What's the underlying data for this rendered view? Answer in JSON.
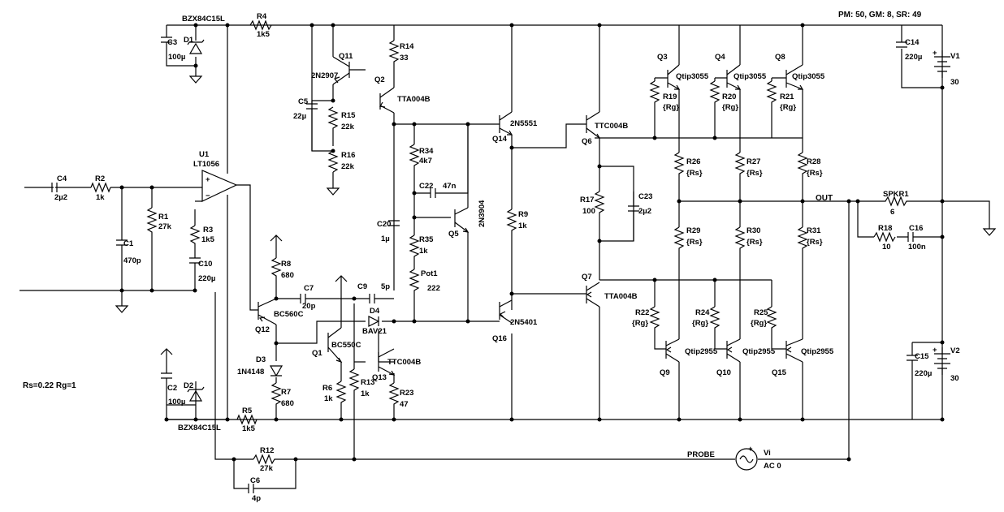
{
  "header": {
    "sim_params": "PM: 50, GM: 8, SR: 49"
  },
  "params_note": "Rs=0.22 Rg=1",
  "components": {
    "D1": {
      "name": "D1",
      "value": "BZX84C15L"
    },
    "D2": {
      "name": "D2",
      "value": "BZX84C15L"
    },
    "D3": {
      "name": "D3",
      "value": "1N4148"
    },
    "D4": {
      "name": "D4",
      "value": "BAV21"
    },
    "C1": {
      "name": "C1",
      "value": "470p"
    },
    "C2": {
      "name": "C2",
      "value": "100µ"
    },
    "C3": {
      "name": "C3",
      "value": "100µ"
    },
    "C4": {
      "name": "C4",
      "value": "2µ2"
    },
    "C5": {
      "name": "C5",
      "value": "22µ"
    },
    "C6": {
      "name": "C6",
      "value": "4p"
    },
    "C7": {
      "name": "C7",
      "value": "20p"
    },
    "C9": {
      "name": "C9",
      "value": "5p"
    },
    "C10": {
      "name": "C10",
      "value": "220µ"
    },
    "C14": {
      "name": "C14",
      "value": "220µ"
    },
    "C15": {
      "name": "C15",
      "value": "220µ"
    },
    "C16": {
      "name": "C16",
      "value": "100n"
    },
    "C20": {
      "name": "C20",
      "value": "1µ"
    },
    "C22": {
      "name": "C22",
      "value": "47n"
    },
    "C23": {
      "name": "C23",
      "value": "2µ2"
    },
    "R1": {
      "name": "R1",
      "value": "27k"
    },
    "R2": {
      "name": "R2",
      "value": "1k"
    },
    "R3": {
      "name": "R3",
      "value": "1k5"
    },
    "R4": {
      "name": "R4",
      "value": "1k5"
    },
    "R5": {
      "name": "R5",
      "value": "1k5"
    },
    "R6": {
      "name": "R6",
      "value": "1k"
    },
    "R7": {
      "name": "R7",
      "value": "680"
    },
    "R8": {
      "name": "R8",
      "value": "680"
    },
    "R9": {
      "name": "R9",
      "value": "1k"
    },
    "R12": {
      "name": "R12",
      "value": "27k"
    },
    "R13": {
      "name": "R13",
      "value": "1k"
    },
    "R14": {
      "name": "R14",
      "value": "33"
    },
    "R15": {
      "name": "R15",
      "value": "22k"
    },
    "R16": {
      "name": "R16",
      "value": "22k"
    },
    "R17": {
      "name": "R17",
      "value": "100"
    },
    "R18": {
      "name": "R18",
      "value": "10"
    },
    "R19": {
      "name": "R19",
      "value": "{Rg}"
    },
    "R20": {
      "name": "R20",
      "value": "{Rg}"
    },
    "R21": {
      "name": "R21",
      "value": "{Rg}"
    },
    "R22": {
      "name": "R22",
      "value": "{Rg}"
    },
    "R23": {
      "name": "R23",
      "value": "47"
    },
    "R24": {
      "name": "R24",
      "value": "{Rg}"
    },
    "R25": {
      "name": "R25",
      "value": "{Rg}"
    },
    "R26": {
      "name": "R26",
      "value": "{Rs}"
    },
    "R27": {
      "name": "R27",
      "value": "{Rs}"
    },
    "R28": {
      "name": "R28",
      "value": "{Rs}"
    },
    "R29": {
      "name": "R29",
      "value": "{Rs}"
    },
    "R30": {
      "name": "R30",
      "value": "{Rs}"
    },
    "R31": {
      "name": "R31",
      "value": "{Rs}"
    },
    "R34": {
      "name": "R34",
      "value": "4k7"
    },
    "R35": {
      "name": "R35",
      "value": "1k"
    },
    "Pot1": {
      "name": "Pot1",
      "value": "222"
    },
    "SPKR1": {
      "name": "SPKR1",
      "value": "6"
    },
    "U1": {
      "name": "U1",
      "value": "LT1056"
    },
    "V1": {
      "name": "V1",
      "value": "30"
    },
    "V2": {
      "name": "V2",
      "value": "30"
    },
    "Vi": {
      "name": "Vi",
      "value": "AC 0"
    },
    "Q1": {
      "name": "Q1",
      "value": "BC550C"
    },
    "Q2": {
      "name": "Q2",
      "value": "TTA004B"
    },
    "Q3": {
      "name": "Q3",
      "value": "Qtip3055"
    },
    "Q4": {
      "name": "Q4",
      "value": "Qtip3055"
    },
    "Q5": {
      "name": "Q5",
      "value": "2N3904"
    },
    "Q6": {
      "name": "Q6",
      "value": "TTC004B"
    },
    "Q7": {
      "name": "Q7",
      "value": "TTA004B"
    },
    "Q8": {
      "name": "Q8",
      "value": "Qtip3055"
    },
    "Q9": {
      "name": "Q9",
      "value": "Qtip2955"
    },
    "Q10": {
      "name": "Q10",
      "value": "Qtip2955"
    },
    "Q11": {
      "name": "Q11",
      "value": "2N2907"
    },
    "Q12": {
      "name": "Q12",
      "value": "BC560C"
    },
    "Q13": {
      "name": "Q13",
      "value": "TTC004B"
    },
    "Q14": {
      "name": "Q14",
      "value": "2N5551"
    },
    "Q15": {
      "name": "Q15",
      "value": "Qtip2955"
    },
    "Q16": {
      "name": "Q16",
      "value": "2N5401"
    }
  },
  "nets": {
    "out": "OUT",
    "probe": "PROBE"
  }
}
